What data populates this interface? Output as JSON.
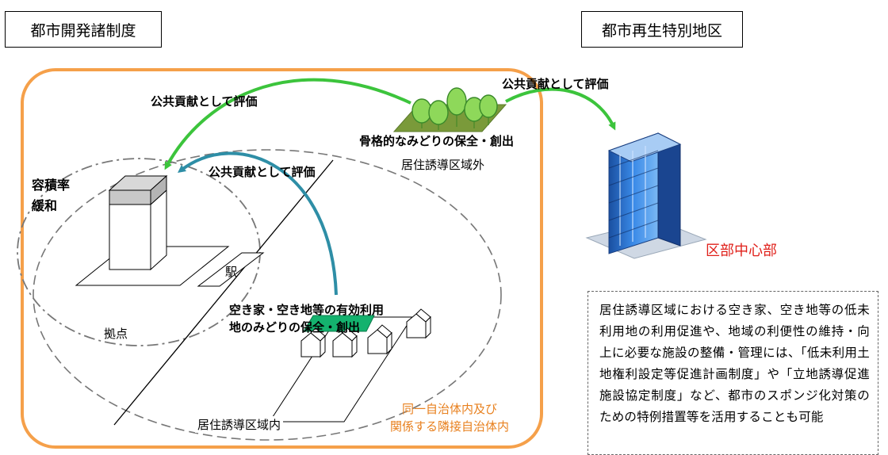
{
  "labels": {
    "left_title": "都市開発諸制度",
    "right_title": "都市再生特別地区",
    "arrow_top_left": "公共貢献として評価",
    "arrow_top_right": "公共貢献として評価",
    "arrow_middle": "公共貢献として評価",
    "greenery_outside": "骨格的なみどりの保全・創出",
    "outside_area": "居住誘導区域外",
    "far_relax_line1": "容積率",
    "far_relax_line2": "緩和",
    "station": "駅",
    "hub": "拠点",
    "vacant_line1": "空き家・空き地等の有効利用",
    "vacant_line2": "地のみどりの保全・創出",
    "inside_area": "居住誘導区域内",
    "municipality_line1": "同一自治体内及び",
    "municipality_line2": "関係する隣接自治体内",
    "ward_center": "区部中心部",
    "note": "居住誘導区域における空き家、空き地等の低未利用地の利用促進や、地域の利便性の維持・向上に必要な施設の整備・管理には、「低未利用土地権利設定等促進計画制度」や「立地誘導促進施設協定制度」など、都市のスポンジ化対策のための特例措置等を活用することも可能"
  },
  "colors": {
    "boundary_orange": "#f5a04a",
    "municipality_text": "#e8801e",
    "ward_center_text": "#e0201a",
    "arrow_green": "#3cc43c",
    "arrow_teal": "#2e8ea6",
    "park_green": "#14b26e",
    "tree_green": "#8ed85a",
    "building_blue": "#2e78d8"
  }
}
